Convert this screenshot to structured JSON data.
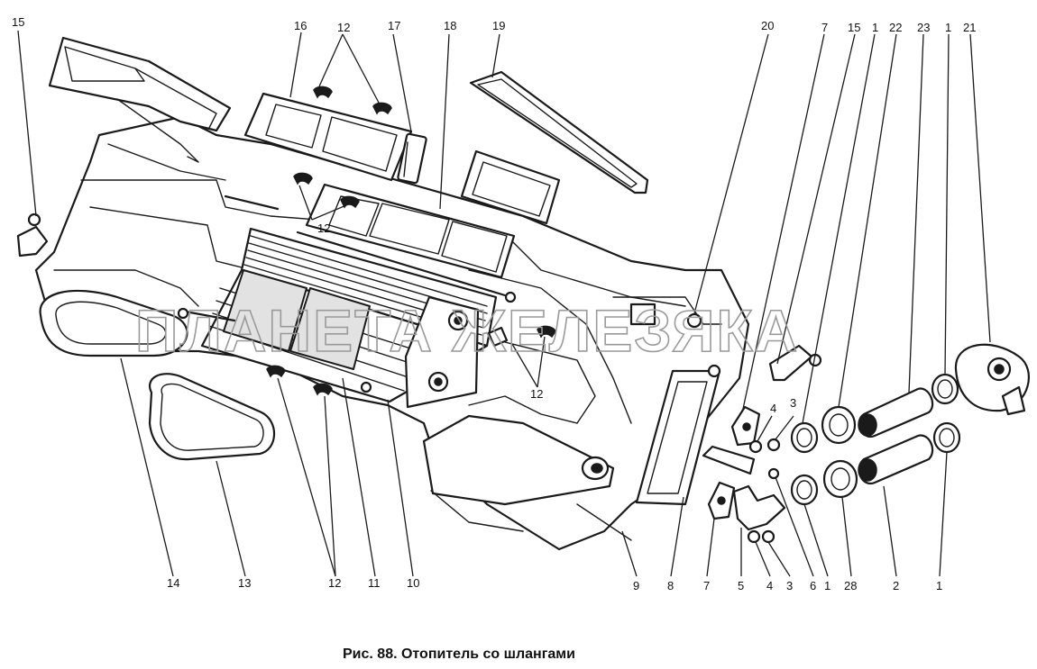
{
  "caption": "Рис. 88. Отопитель со шлангами",
  "watermark": "ПЛАНЕТА ЖЕЛЕЗЯКА",
  "callouts": {
    "c15_left": "15",
    "c16": "16",
    "c12_top": "12",
    "c17": "17",
    "c18": "18",
    "c19": "19",
    "c20": "20",
    "c7_top": "7",
    "c15_right": "15",
    "c1_top_a": "1",
    "c22": "22",
    "c23": "23",
    "c1_top_b": "1",
    "c21": "21",
    "c12_mid": "12",
    "c12_right": "12",
    "c4_mid": "4",
    "c3_mid": "3",
    "c14": "14",
    "c13": "13",
    "c12_bottom": "12",
    "c11": "11",
    "c10": "10",
    "c9": "9",
    "c8": "8",
    "c7_bottom": "7",
    "c5": "5",
    "c4_bottom": "4",
    "c3_bottom": "3",
    "c6": "6",
    "c1_bottom_a": "1",
    "c28": "28",
    "c2": "2",
    "c1_bottom_b": "1"
  }
}
